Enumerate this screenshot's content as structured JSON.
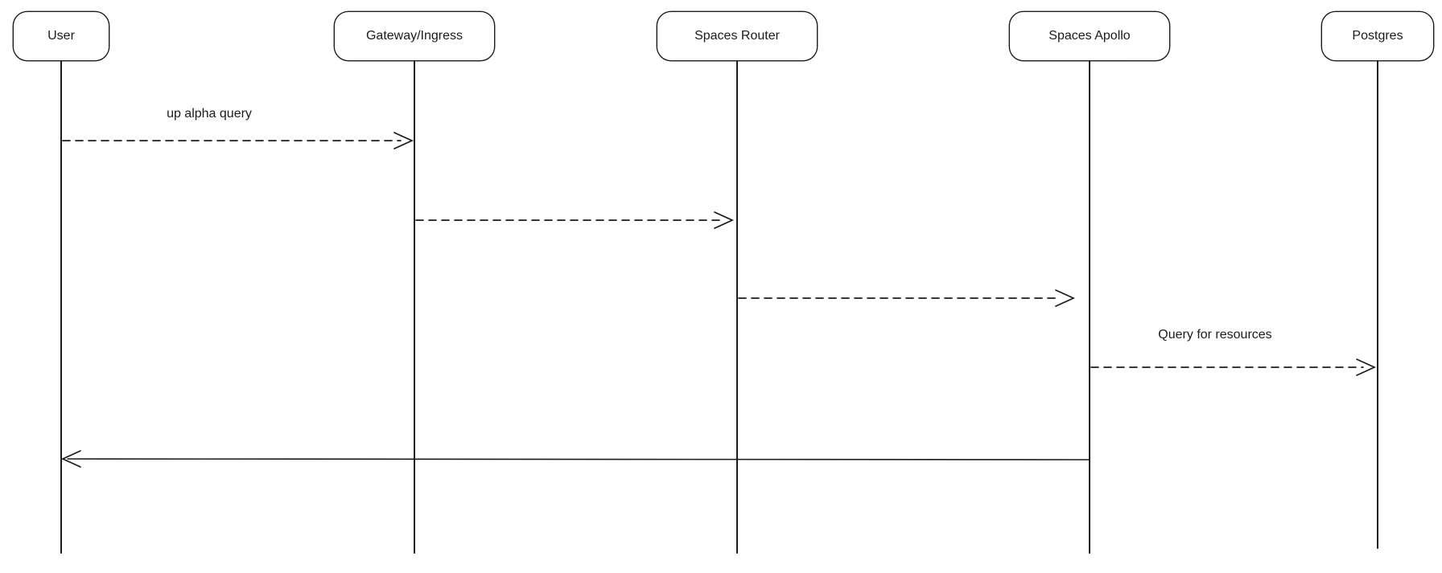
{
  "diagram": {
    "type": "sequence-diagram",
    "background": "#ffffff",
    "stroke_color": "#1b1b1f",
    "text_color": "#1b1b1f"
  },
  "actors": [
    {
      "label": "User"
    },
    {
      "label": "Gateway/Ingress"
    },
    {
      "label": "Spaces Router"
    },
    {
      "label": "Spaces Apollo"
    },
    {
      "label": "Postgres"
    }
  ],
  "messages": [
    {
      "label": "up alpha query",
      "from": "User",
      "to": "Gateway/Ingress",
      "line_style": "dashed"
    },
    {
      "label": "",
      "from": "Gateway/Ingress",
      "to": "Spaces Router",
      "line_style": "dashed"
    },
    {
      "label": "",
      "from": "Spaces Router",
      "to": "Spaces Apollo",
      "line_style": "dashed"
    },
    {
      "label": "Query for resources",
      "from": "Spaces Apollo",
      "to": "Postgres",
      "line_style": "dashed"
    },
    {
      "label": "",
      "from": "Spaces Apollo",
      "to": "User",
      "line_style": "solid"
    }
  ]
}
